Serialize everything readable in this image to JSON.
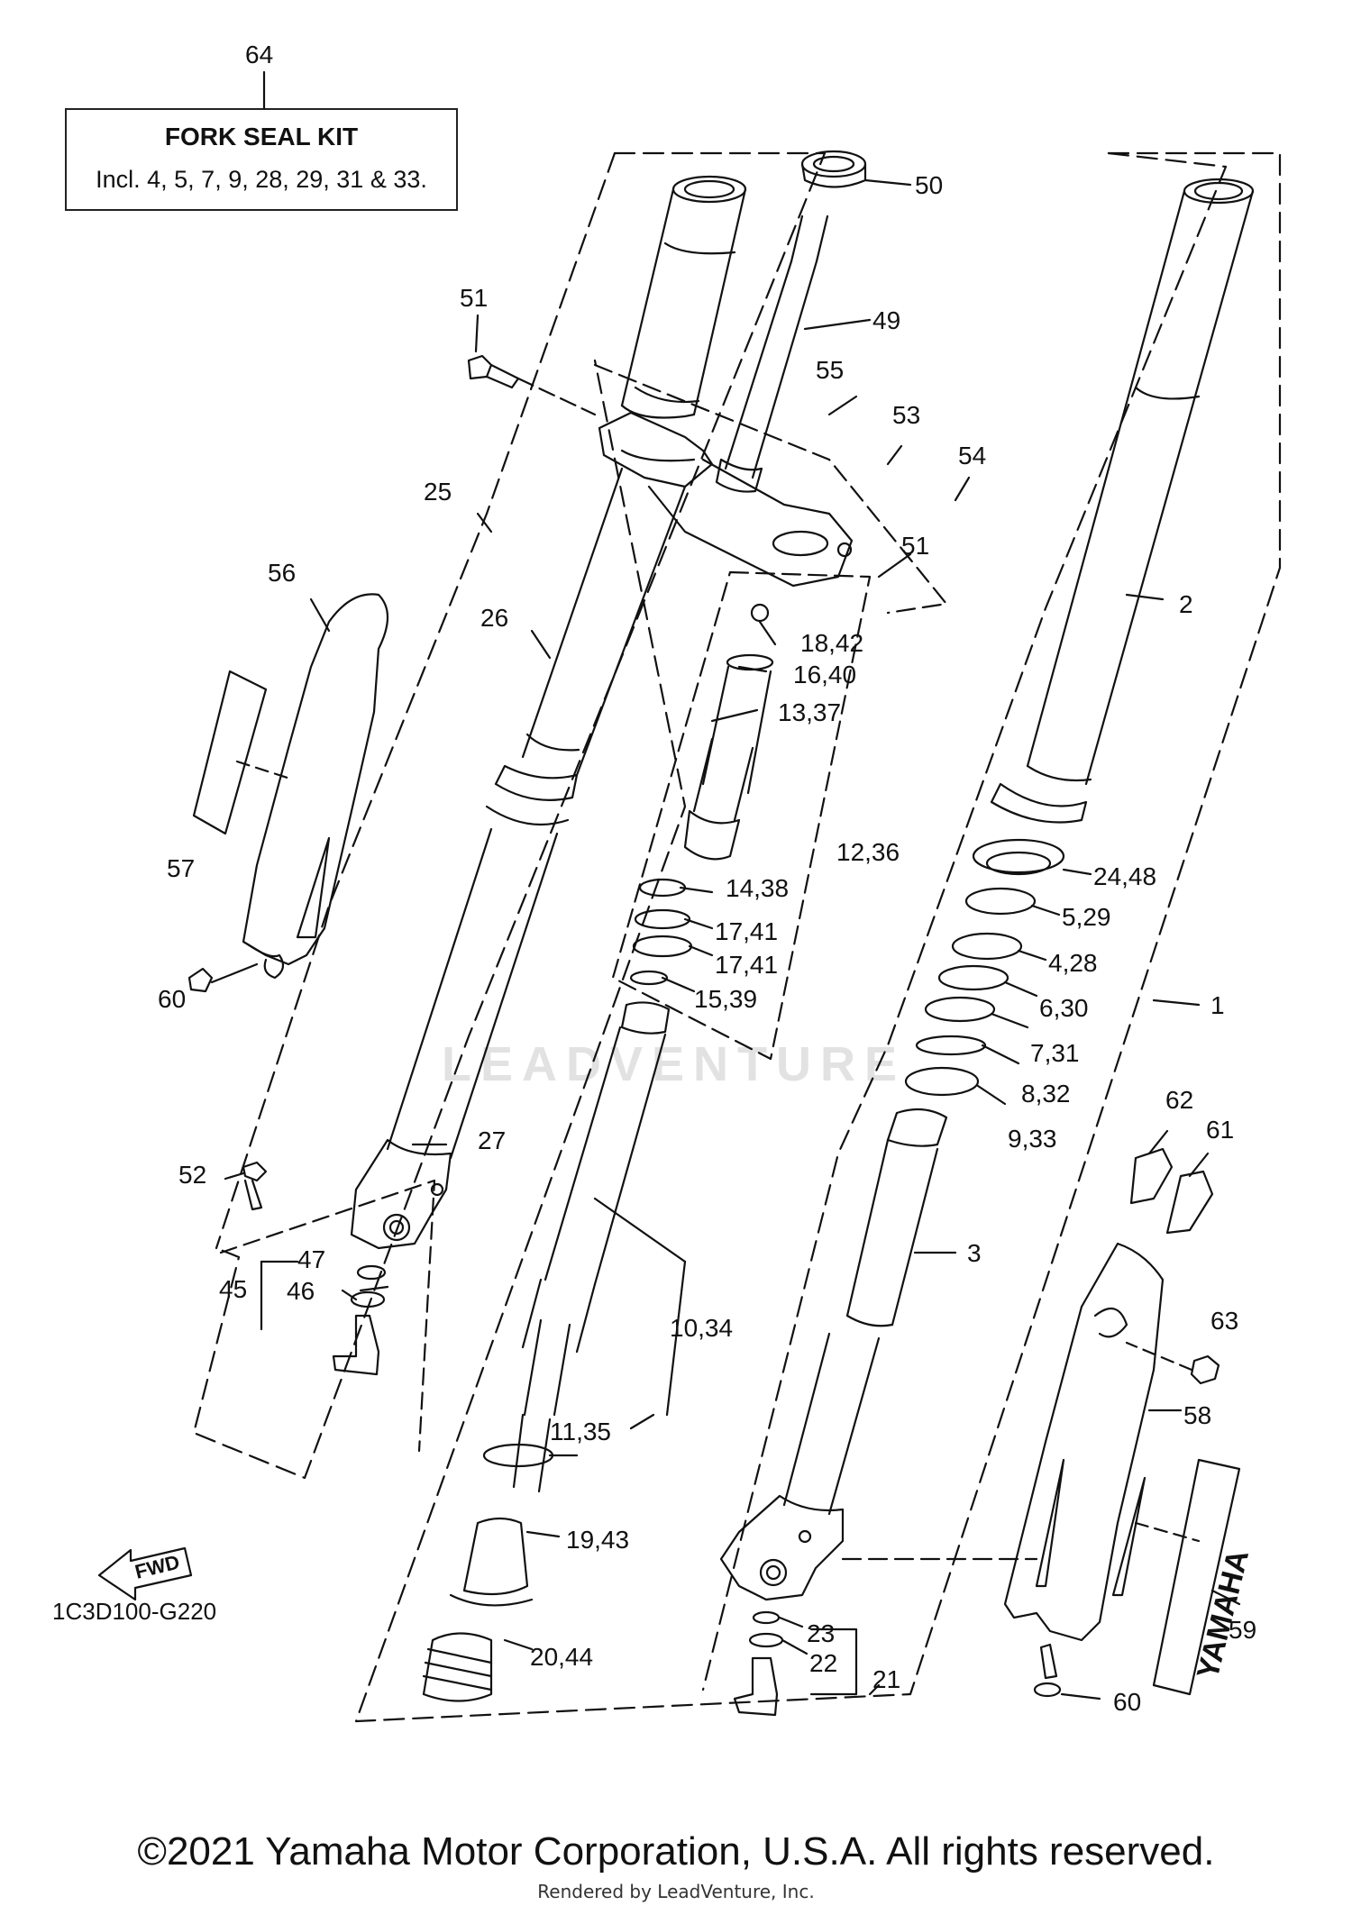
{
  "kit": {
    "number": "64",
    "title": "FORK SEAL KIT",
    "description": "Incl. 4, 5, 7, 9, 28, 29, 31 & 33."
  },
  "diagram_code": "1C3D100-G220",
  "fwd_label": "FWD",
  "logo_text": "YAMAHA",
  "watermark": "LEADVENTURE",
  "copyright": "©2021 Yamaha Motor Corporation, U.S.A. All rights reserved.",
  "rendered_by": "Rendered by LeadVenture, Inc.",
  "callouts": {
    "c50": "50",
    "c49": "49",
    "c51a": "51",
    "c51b": "51",
    "c55": "55",
    "c53": "53",
    "c54": "54",
    "c25": "25",
    "c26": "26",
    "c56": "56",
    "c57": "57",
    "c60a": "60",
    "c60b": "60",
    "c52": "52",
    "c27": "27",
    "c47": "47",
    "c46": "46",
    "c45": "45",
    "c18": "18,42",
    "c16": "16,40",
    "c13": "13,37",
    "c12": "12,36",
    "c14": "14,38",
    "c17a": "17,41",
    "c17b": "17,41",
    "c15": "15,39",
    "c10": "10,34",
    "c11": "11,35",
    "c19": "19,43",
    "c20": "20,44",
    "c2": "2",
    "c24": "24,48",
    "c5": "5,29",
    "c4": "4,28",
    "c6": "6,30",
    "c1": "1",
    "c7": "7,31",
    "c8": "8,32",
    "c9": "9,33",
    "c62": "62",
    "c61": "61",
    "c3": "3",
    "c63": "63",
    "c58": "58",
    "c59": "59",
    "c23": "23",
    "c22": "22",
    "c21": "21"
  }
}
